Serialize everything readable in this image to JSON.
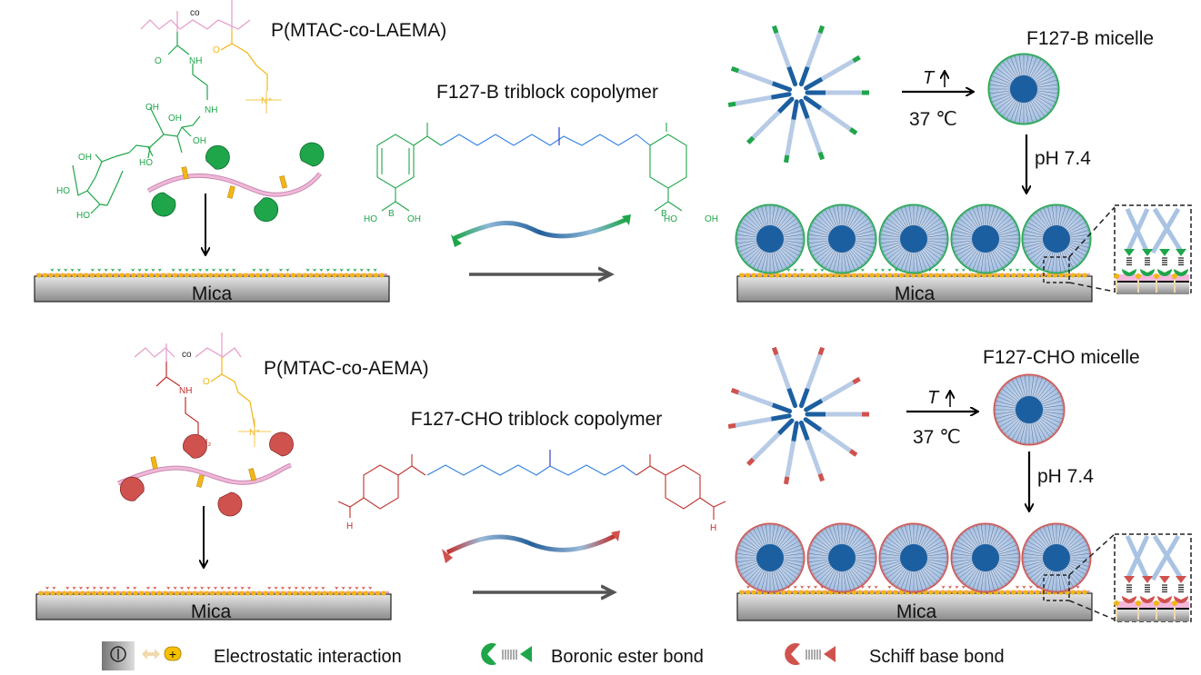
{
  "top_row": {
    "polymer_label": "P(MTAC-co-LAEMA)",
    "copolymer_label": "F127-B triblock copolymer",
    "micelle_label": "F127-B micelle",
    "temp_label": "T",
    "temp_value": "37 ℃",
    "ph_label": "pH 7.4",
    "substrate_label": "Mica",
    "substrate_label_right": "Mica",
    "end_group_color": "#1fa64a",
    "chem_labels": {
      "co": "co",
      "nh1": "NH",
      "nh2": "NH",
      "o1": "O",
      "o2": "O",
      "nplus": "N⁺",
      "oh": [
        "OH",
        "OH",
        "OH",
        "HO",
        "OH",
        "HO",
        "HO"
      ],
      "bl": "HO",
      "bl2": "OH",
      "b": "B",
      "br": "HO",
      "br2": "OH",
      "b2": "B"
    }
  },
  "bottom_row": {
    "polymer_label": "P(MTAC-co-AEMA)",
    "copolymer_label": "F127-CHO triblock copolymer",
    "micelle_label": "F127-CHO micelle",
    "temp_label": "T",
    "temp_value": "37 ℃",
    "ph_label": "pH 7.4",
    "substrate_label": "Mica",
    "substrate_label_right": "Mica",
    "end_group_color": "#d0524e",
    "chem_labels": {
      "co": "co",
      "nh": "NH",
      "nh2": "NH₂",
      "o": "O",
      "nplus": "N⁺",
      "h1": "H",
      "h2": "H"
    }
  },
  "legend": {
    "items": [
      {
        "icon": "electrostatic-icon",
        "label": "Electrostatic interaction"
      },
      {
        "icon": "boronic-ester-icon",
        "label": "Boronic ester bond"
      },
      {
        "icon": "schiff-base-icon",
        "label": "Schiff base bond"
      }
    ]
  },
  "colors": {
    "pink_backbone": "#e79ac8",
    "cationic_yellow": "#f2b618",
    "green": "#1fa64a",
    "red": "#d0524e",
    "peo_blue": "#a9c3e3",
    "ppo_blue": "#1c5fa0",
    "mica_gray": "#a8a8a8"
  }
}
